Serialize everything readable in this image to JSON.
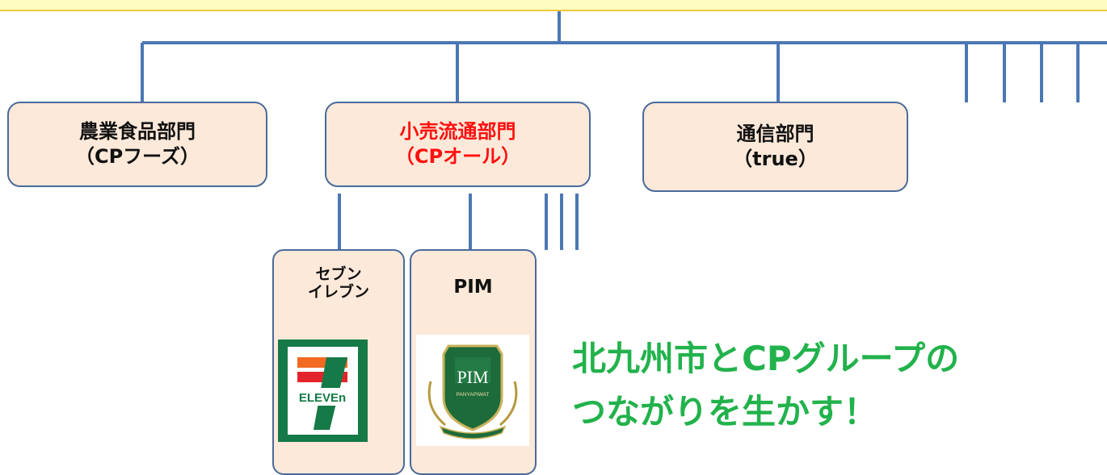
{
  "divisions": [
    {
      "line1": "農業食品部門",
      "line2": "（CPフーズ）"
    },
    {
      "line1": "小売流通部門",
      "line2": "（CPオール）"
    },
    {
      "line1": "通信部門",
      "line2": "（true）"
    }
  ],
  "subsidiaries": [
    {
      "line1": "セブン",
      "line2": "イレブン",
      "logo_text": "ELEVEn"
    },
    {
      "name": "PIM",
      "logo_text": "PIM",
      "logo_sub": "PANYAPIWAT"
    }
  ],
  "message": {
    "line1": "北九州市とCPグループの",
    "line2": "つながりを生かす！"
  },
  "colors": {
    "line": "#4a78b3",
    "box_border": "#4a6a9b",
    "box_fill": "#fde9d9",
    "highlight": "#ff1010",
    "message": "#22b24c"
  }
}
